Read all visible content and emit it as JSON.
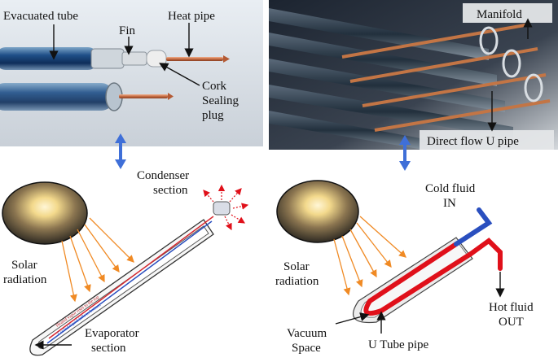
{
  "top_left": {
    "labels": {
      "evacuated_tube": "Evacuated tube",
      "heat_pipe": "Heat pipe",
      "fin": "Fin",
      "cork_line1": "Cork",
      "cork_line2": "Sealing",
      "cork_line3": "plug"
    }
  },
  "top_right": {
    "labels": {
      "manifold": "Manifold",
      "direct_flow": "Direct flow U pipe"
    }
  },
  "bottom_left": {
    "labels": {
      "condenser_line1": "Condenser",
      "condenser_line2": "section",
      "solar_line1": "Solar",
      "solar_line2": "radiation",
      "evaporator_line1": "Evaporator",
      "evaporator_line2": "section",
      "inner_text_top": "Heated vapor rises to the top",
      "inner_text_bottom": "Cooled liquid falls to bottom"
    }
  },
  "bottom_right": {
    "labels": {
      "cold_line1": "Cold fluid",
      "cold_line2": "IN",
      "solar_line1": "Solar",
      "solar_line2": "radiation",
      "hot_line1": "Hot fluid",
      "hot_line2": "OUT",
      "vacuum_line1": "Vacuum",
      "vacuum_line2": "Space",
      "u_tube": "U Tube pipe"
    }
  },
  "colors": {
    "arrow_blue": "#3f6fd8",
    "ray_orange": "#f08a24",
    "hot_red": "#e0101a",
    "cold_blue": "#2a4fbf"
  }
}
